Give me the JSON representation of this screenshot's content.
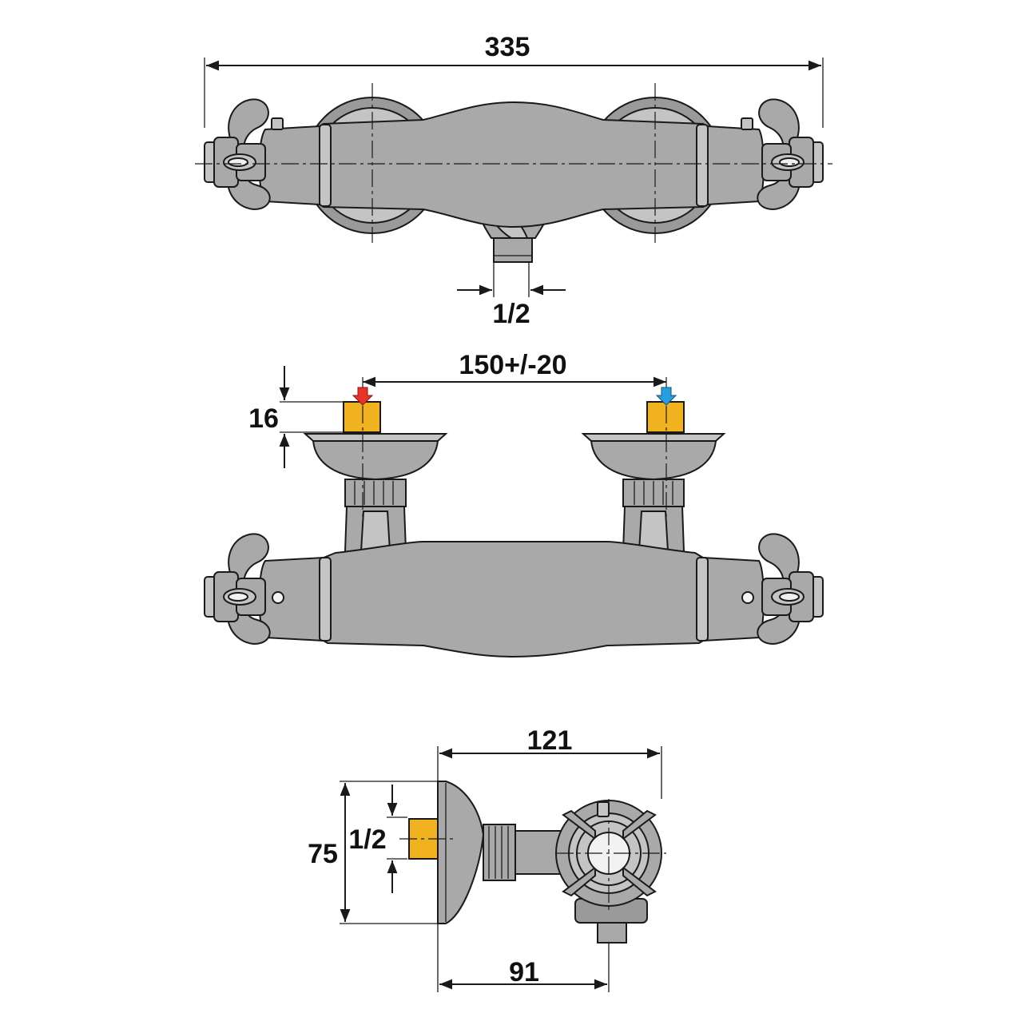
{
  "dimensions": {
    "top_width": "335",
    "top_outlet": "1/2",
    "front_spacing": "150+/-20",
    "front_eccentric": "16",
    "side_depth": "121",
    "side_height": "75",
    "side_thread": "1/2",
    "side_axis_depth": "91"
  },
  "colors": {
    "body": "#a9a9a9",
    "brass": "#f0b21f",
    "hot_arrow": "#e8332a",
    "cold_arrow": "#2a9de0"
  },
  "icons": {
    "hot": "red-arrow-down-icon",
    "cold": "blue-arrow-down-icon"
  }
}
